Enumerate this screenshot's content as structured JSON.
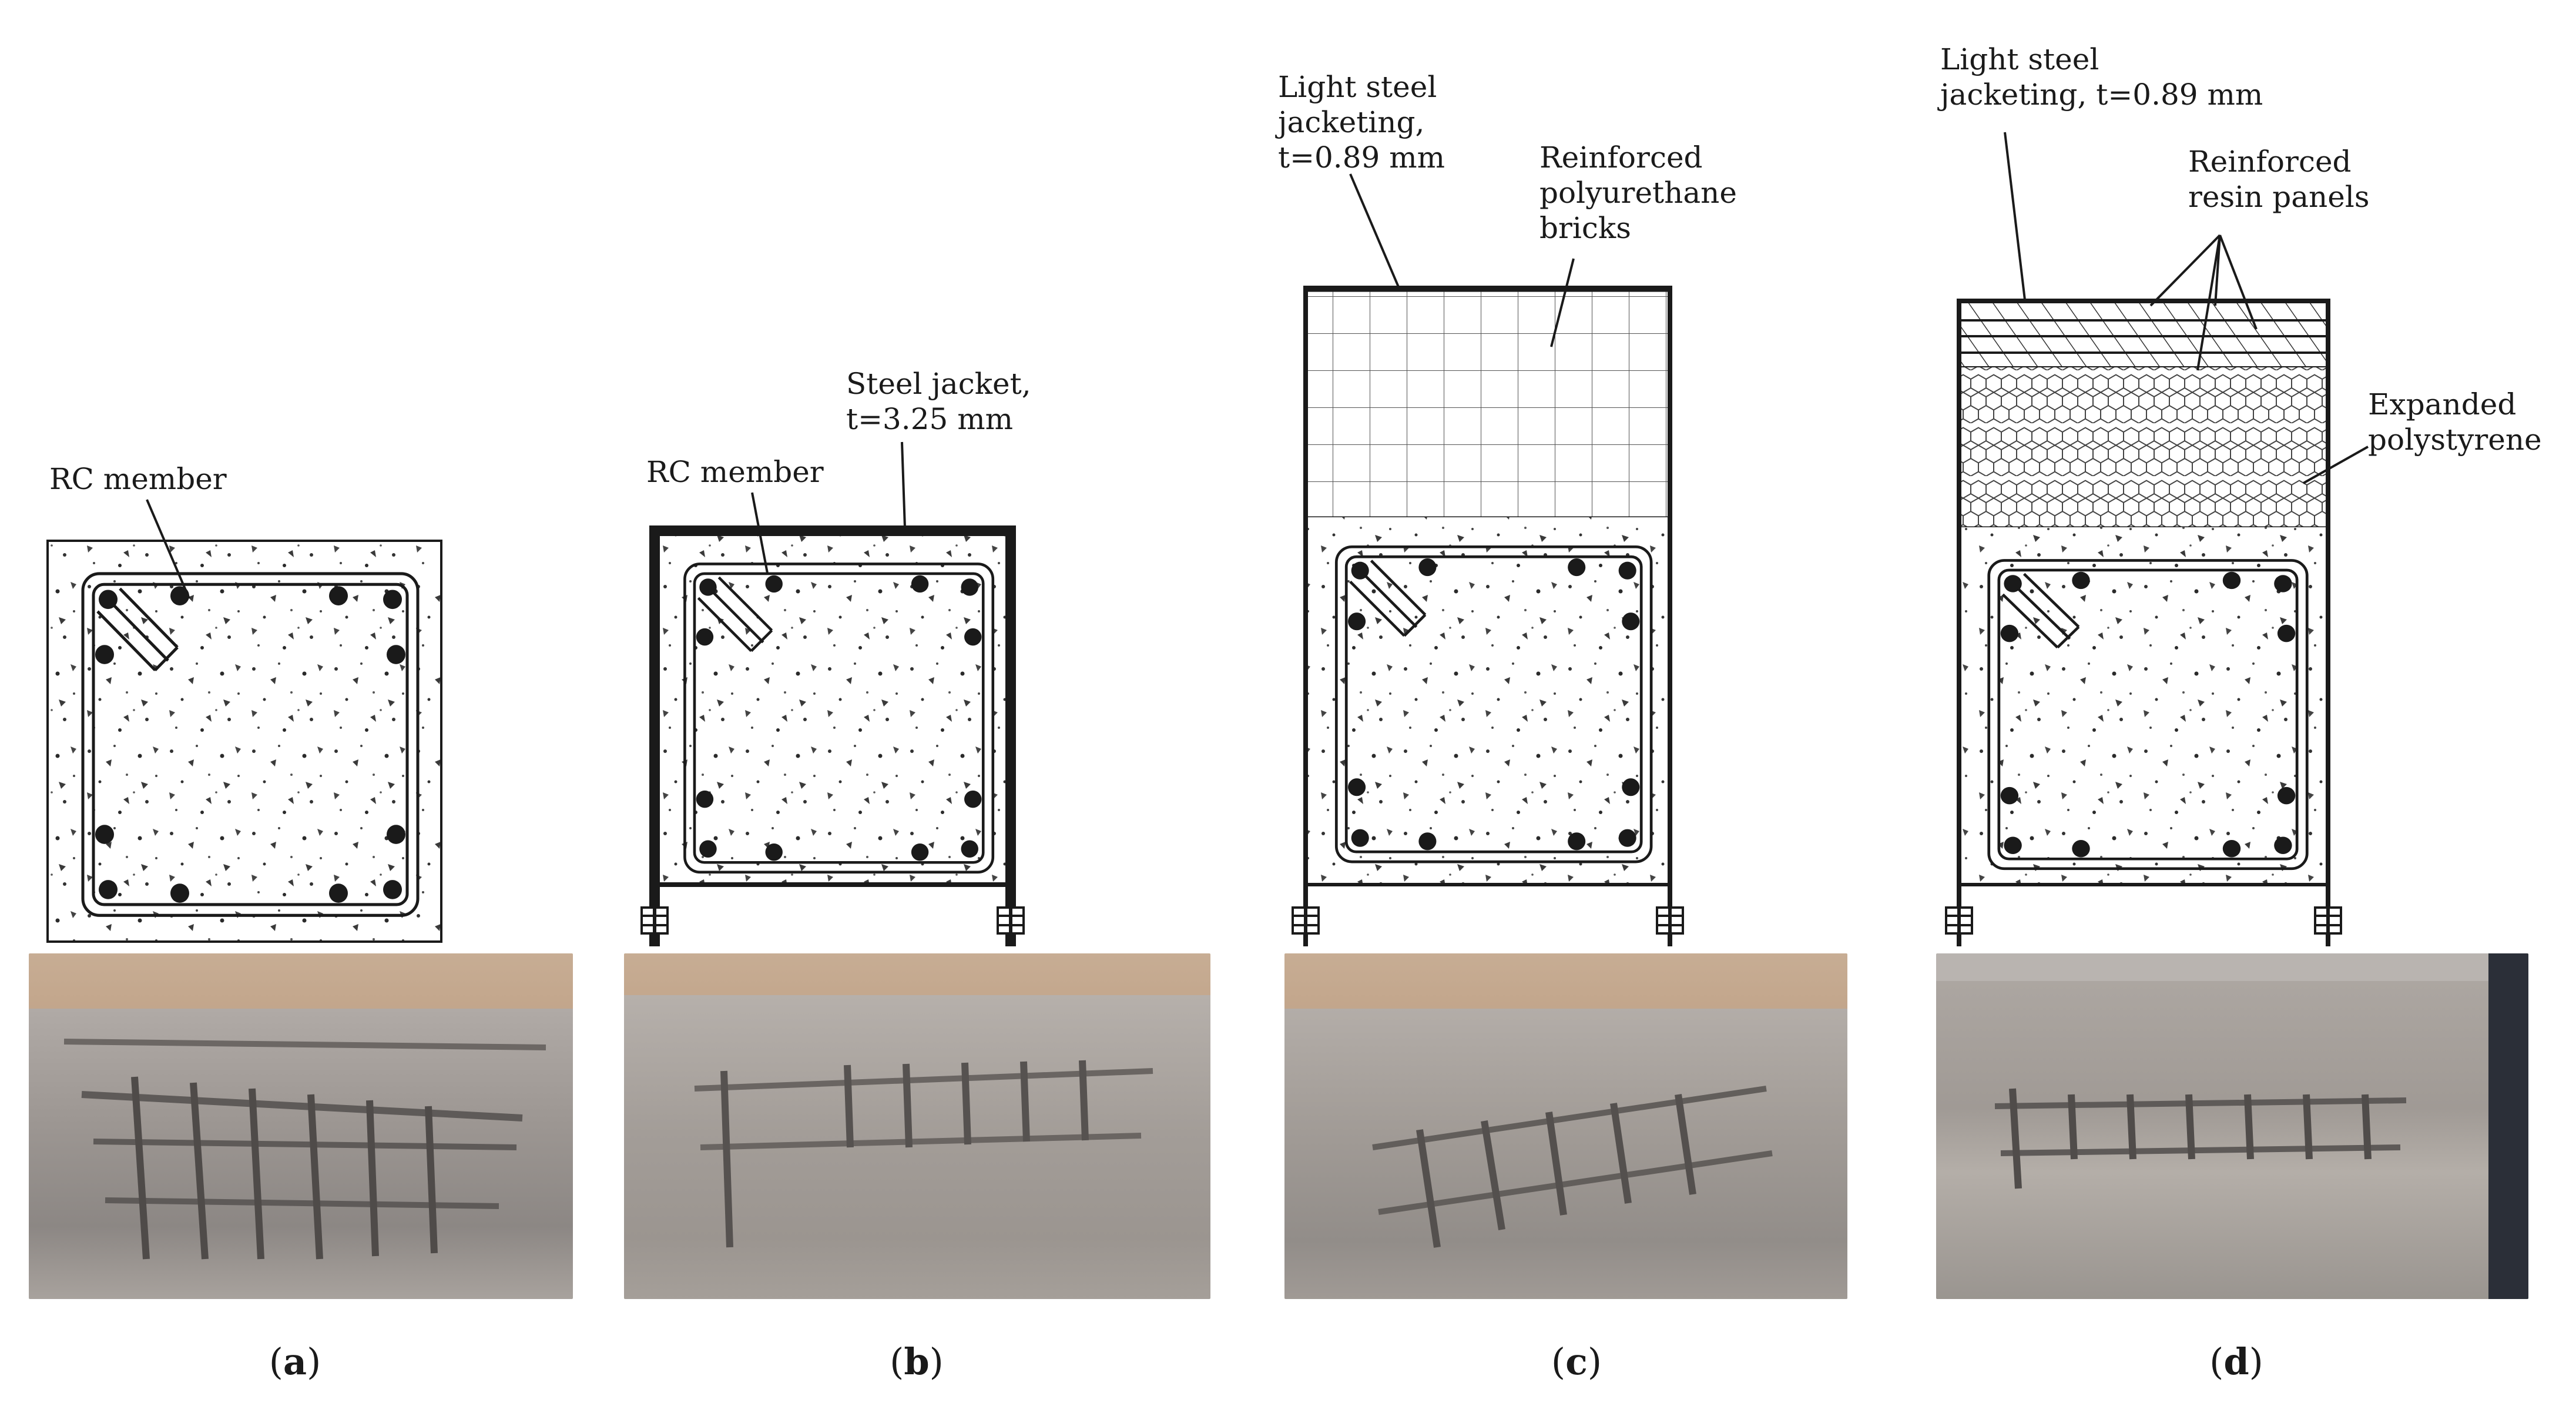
{
  "panels": [
    {
      "id": "a",
      "caption_open": "(",
      "caption_letter": "a",
      "caption_close": ")",
      "labels": {
        "rc_member": "RC member"
      }
    },
    {
      "id": "b",
      "caption_open": "(",
      "caption_letter": "b",
      "caption_close": ")",
      "labels": {
        "steel_jacket_1": "Steel jacket,",
        "steel_jacket_2": "t=3.25 mm",
        "rc_member": "RC member"
      }
    },
    {
      "id": "c",
      "caption_open": "(",
      "caption_letter": "c",
      "caption_close": ")",
      "labels": {
        "light_steel_1": "Light steel",
        "light_steel_2": "jacketing,",
        "light_steel_3": "t=0.89 mm",
        "bricks_1": "Reinforced",
        "bricks_2": "polyurethane",
        "bricks_3": "bricks"
      }
    },
    {
      "id": "d",
      "caption_open": "(",
      "caption_letter": "d",
      "caption_close": ")",
      "labels": {
        "light_steel_1": "Light steel",
        "light_steel_2": "jacketing, t=0.89 mm",
        "resin_1": "Reinforced",
        "resin_2": "resin panels",
        "eps_1": "Expanded",
        "eps_2": "polystyrene"
      }
    }
  ],
  "colors": {
    "ink": "#1a1a1a",
    "soil": "#c3a78d",
    "concrete": "#9f9a96",
    "rebar": "#5e5a58"
  }
}
